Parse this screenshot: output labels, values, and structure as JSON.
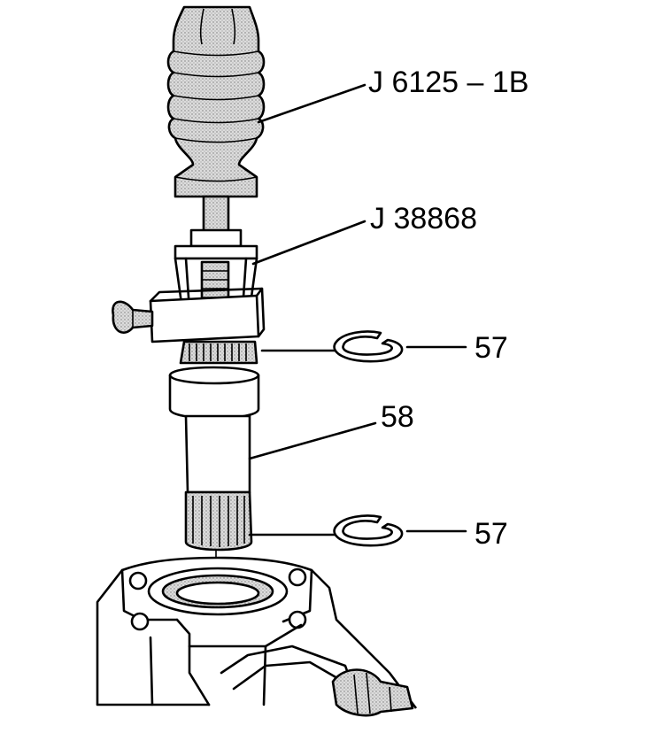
{
  "callouts": {
    "puller_tool": "J 6125 – 1B",
    "adapter_tool": "J 38868",
    "retaining_ring_upper": "57",
    "bearing_shaft": "58",
    "retaining_ring_lower": "57"
  },
  "colors": {
    "line": "#000000",
    "stipple_fill": "#c8c8c8",
    "paper": "#ffffff"
  }
}
